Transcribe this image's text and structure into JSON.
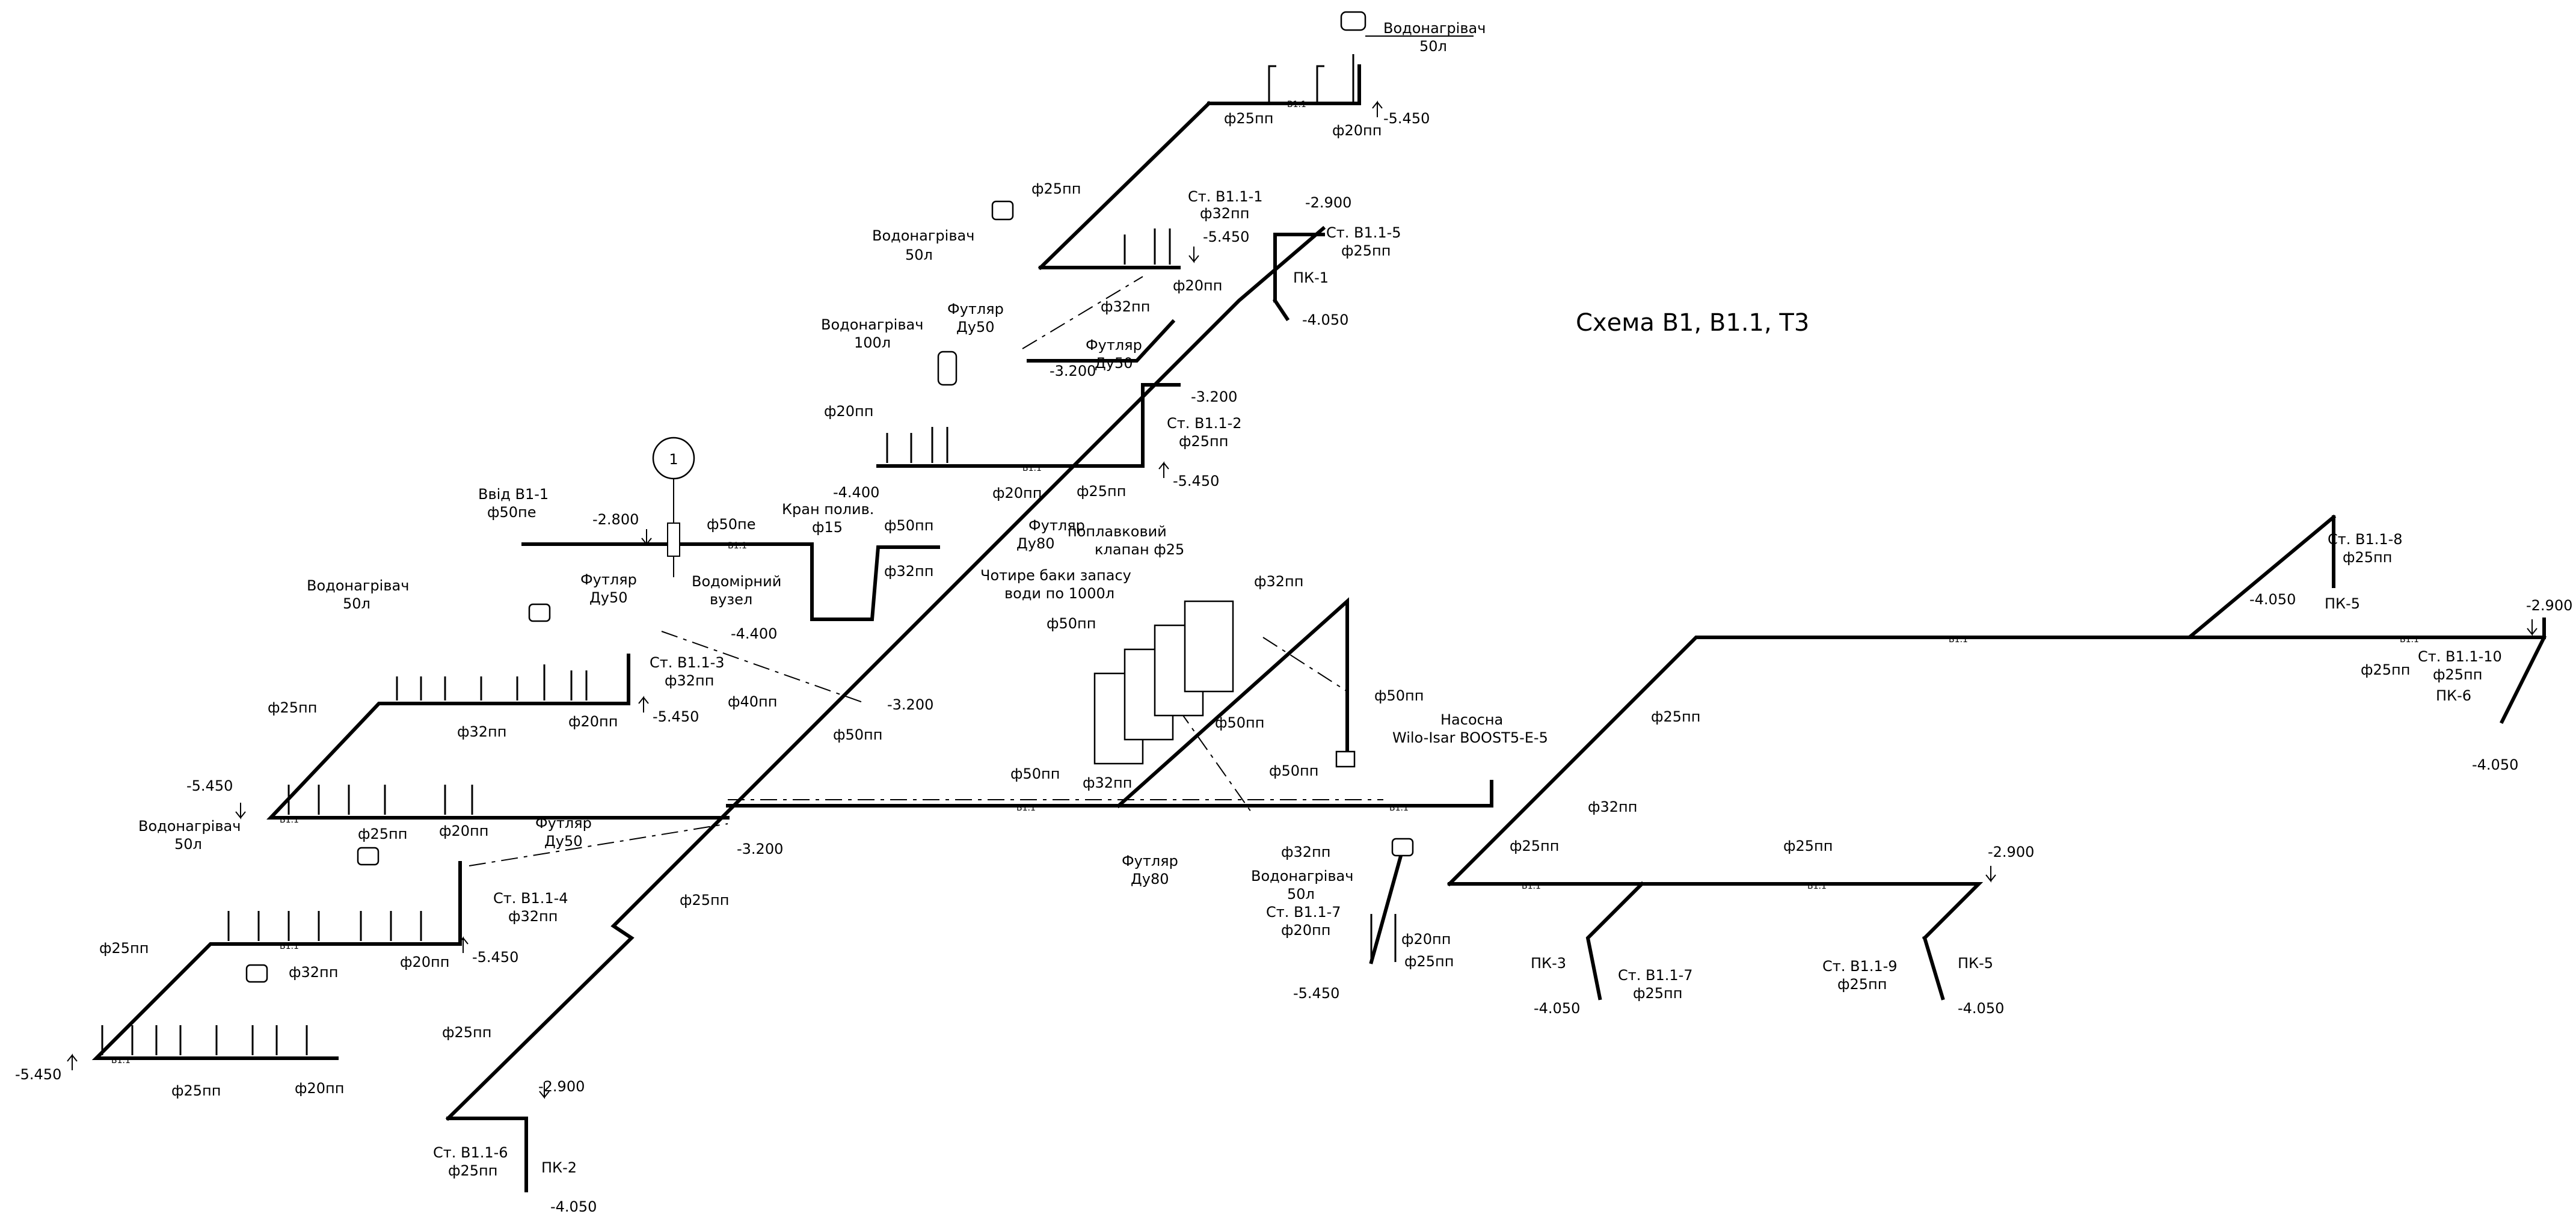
{
  "title": "Схема В1, В1.1, Т3",
  "marker": "1",
  "labels": {
    "water_heater_top": "Водонагрівач",
    "water_heater_top_vol": "50л",
    "st_1_1_1": "Ст. В1.1-1",
    "st_1_1_1_d": "ф32пп",
    "st_1_1_5": "Ст. В1.1-5",
    "st_1_1_5_d": "ф25пп",
    "st_1_1_2": "Ст. В1.1-2",
    "st_1_1_2_d": "ф25пп",
    "st_1_1_3": "Ст. В1.1-3",
    "st_1_1_3_d": "ф32пп",
    "st_1_1_4": "Ст. В1.1-4",
    "st_1_1_4_d": "ф32пп",
    "st_1_1_6": "Ст. В1.1-6",
    "st_1_1_6_d": "ф25пп",
    "st_1_1_7a": "Ст. В1.1-7",
    "st_1_1_7a_d": "ф20пп",
    "st_1_1_7b": "Ст. В1.1-7",
    "st_1_1_7b_d": "ф25пп",
    "st_1_1_8": "Ст. В1.1-8",
    "st_1_1_8_d": "ф25пп",
    "st_1_1_9": "Ст. В1.1-9",
    "st_1_1_9_d": "ф25пп",
    "st_1_1_10": "Ст. В1.1-10",
    "st_1_1_10_d": "ф25пп",
    "pk1": "ПК-1",
    "pk2": "ПК-2",
    "pk3": "ПК-3",
    "pk5a": "ПК-5",
    "pk5b": "ПК-5",
    "pk6": "ПК-6",
    "vvid": "Ввід В1-1",
    "vvid_d": "ф50пе",
    "meter": "Водомірний",
    "meter2": "вузел",
    "kran": "Кран полив.",
    "kran_d": "ф15",
    "futlyar": "Футляр",
    "du50": "Ду50",
    "du80": "Ду80",
    "float_valve": "поплавковий",
    "float_valve2": "клапан ф25",
    "tanks": "Чотире баки запасу",
    "tanks2": "води по 1000л",
    "pump": "Насосна",
    "pump2": "Wilo-Isar BOOST5-E-5",
    "wh_100": "Водонагрівач",
    "wh_100_vol": "100л",
    "wh": "Водонагрівач",
    "vol50": "50л",
    "b11": "В1.1",
    "d20": "ф20пп",
    "d25": "ф25пп",
    "d32": "ф32пп",
    "d40": "ф40пп",
    "d50": "ф50пп",
    "d50pe": "ф50пе",
    "e_5450": "-5.450",
    "e_2900": "-2.900",
    "e_4050": "-4.050",
    "e_3200": "-3.200",
    "e_2800": "-2.800",
    "e_4400": "-4.400"
  }
}
